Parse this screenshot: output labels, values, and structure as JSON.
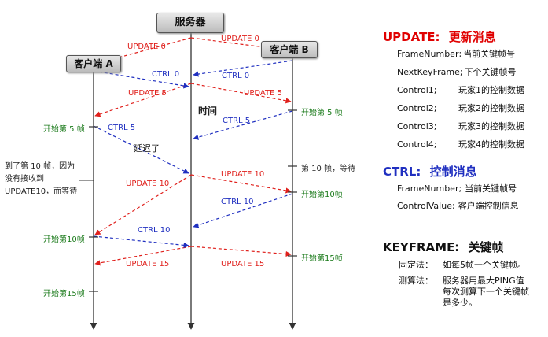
{
  "nodes": {
    "server": "服务器",
    "client_a": "客户端 A",
    "client_b": "客户端 B"
  },
  "labels": {
    "time": "时间",
    "delayed": "延迟了",
    "upd0_a": "UPDATE 0",
    "upd0_b": "UPDATE 0",
    "ctrl0_a": "CTRL 0",
    "ctrl0_b": "CTRL 0",
    "upd5_a": "UPDATE 5",
    "upd5_b": "UPDATE 5",
    "ctrl5_b": "CTRL 5",
    "ctrl5_a": "CTRL 5",
    "upd10_b": "UPDATE 10",
    "upd10_a": "UPDATE 10",
    "ctrl10_b": "CTRL 10",
    "ctrl10_a": "CTRL 10",
    "upd15_a": "UPDATE 15",
    "upd15_b": "UPDATE 15",
    "a_start5": "开始第 5 帧",
    "a_start10": "开始第10帧",
    "a_start15": "开始第15帧",
    "b_start5": "开始第 5 帧",
    "b_wait10": "第 10 帧，等待",
    "b_start10": "开始第10帧",
    "b_start15": "开始第15帧",
    "a_note": "到了第 10 帧，因为没有接收到 UPDATE10，而等待"
  },
  "legend": {
    "update_title": "UPDATE:",
    "update_sub": "更新消息",
    "update_rows": [
      {
        "k": "FrameNumber;",
        "v": "当前关键帧号"
      },
      {
        "k": "NextKeyFrame;",
        "v": "下个关键帧号"
      },
      {
        "k": "Control1;",
        "v": "玩家1的控制数据"
      },
      {
        "k": "Control2;",
        "v": "玩家2的控制数据"
      },
      {
        "k": "Control3;",
        "v": "玩家3的控制数据"
      },
      {
        "k": "Control4;",
        "v": "玩家4的控制数据"
      }
    ],
    "ctrl_title": "CTRL:",
    "ctrl_sub": "控制消息",
    "ctrl_rows": [
      {
        "k": "FrameNumber;",
        "v": "当前关键帧号"
      },
      {
        "k": "ControlValue;",
        "v": "客户端控制信息"
      }
    ],
    "key_title": "KEYFRAME:",
    "key_sub": "关键帧",
    "key_rows": [
      {
        "k": "固定法：",
        "v": "如每5帧一个关键帧。"
      },
      {
        "k": "测算法：",
        "v": "服务器用最大PING值每次测算下一个关键帧是多少。"
      }
    ]
  },
  "colors": {
    "update": "#e0201c",
    "ctrl": "#1f2fc0",
    "frame": "#1a7a1a",
    "title_update": "#e00000",
    "title_ctrl": "#1f2fc0"
  }
}
